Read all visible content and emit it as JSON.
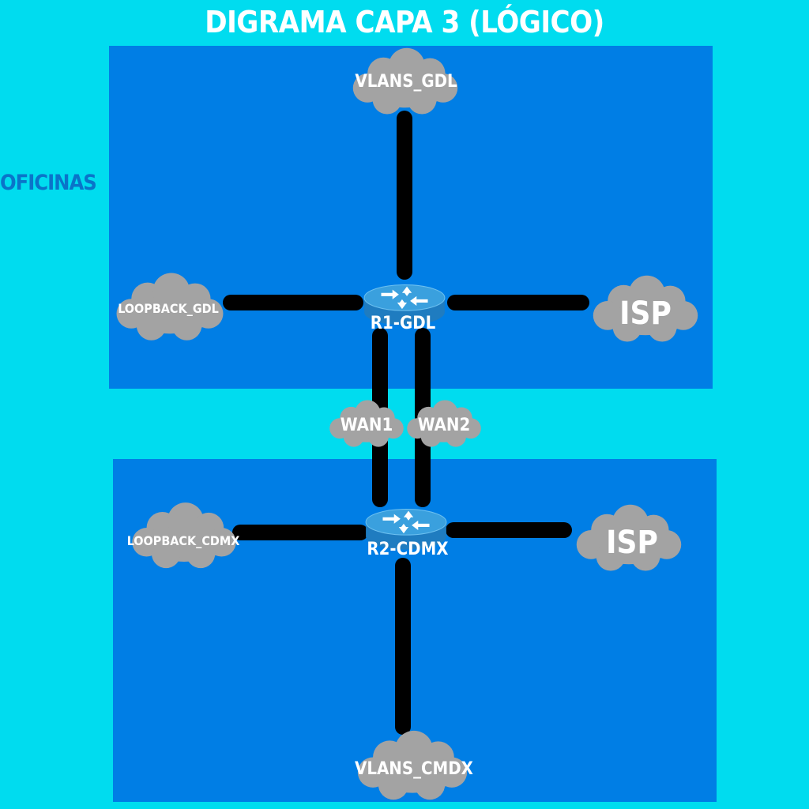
{
  "title": "DIGRAMA CAPA 3 (LÓGICO)",
  "side_label": "OFICINAS",
  "routers": {
    "r1": {
      "label": "R1-GDL"
    },
    "r2": {
      "label": "R2-CDMX"
    }
  },
  "clouds": {
    "vlans_gdl": "VLANS_GDL",
    "loopback_gdl": "LOOPBACK_GDL",
    "isp_top": "ISP",
    "wan1": "WAN1",
    "wan2": "WAN2",
    "loopback_cdmx": "LOOPBACK_CDMX",
    "isp_bottom": "ISP",
    "vlans_cmdx": "VLANS_CMDX"
  },
  "colors": {
    "background": "#00dcef",
    "zone": "#007ee5",
    "link": "#000000",
    "cloud": "#a3a3a3",
    "router": "#2a8fd0",
    "side_label": "#0a74c9"
  }
}
